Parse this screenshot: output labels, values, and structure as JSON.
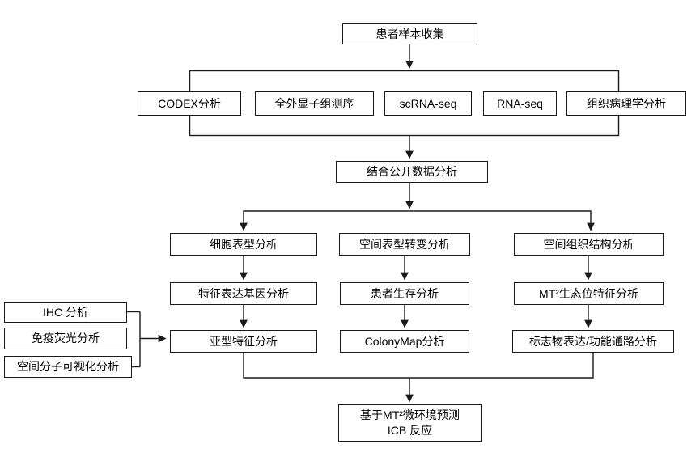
{
  "diagram": {
    "type": "flowchart",
    "colors": {
      "background": "#ffffff",
      "line": "#1a1a1a",
      "box_border": "#1a1a1a",
      "box_fill": "#ffffff",
      "text": "#000000"
    },
    "nodes": {
      "patient_sample": "患者样本收集",
      "codex": "CODEX分析",
      "wes": "全外显子组测序",
      "scrna": "scRNA-seq",
      "rna": "RNA-seq",
      "histopathology": "组织病理学分析",
      "public_data": "结合公开数据分析",
      "cell_phenotype": "细胞表型分析",
      "spatial_phenotype_transition": "空间表型转变分析",
      "spatial_tissue_structure": "空间组织结构分析",
      "feature_gene": "特征表达基因分析",
      "patient_survival": "患者生存分析",
      "mt2_niche": "MT²生态位特征分析",
      "subtype_feature": "亚型特征分析",
      "colonymap": "ColonyMap分析",
      "marker_pathway": "标志物表达/功能通路分析",
      "ihc": "IHC 分析",
      "immunofluorescence": "免疫荧光分析",
      "spatial_molecular_visualization": "空间分子可视化分析",
      "icb_prediction_line1": "基于MT²微环境预测",
      "icb_prediction_line2": "ICB 反应"
    }
  }
}
